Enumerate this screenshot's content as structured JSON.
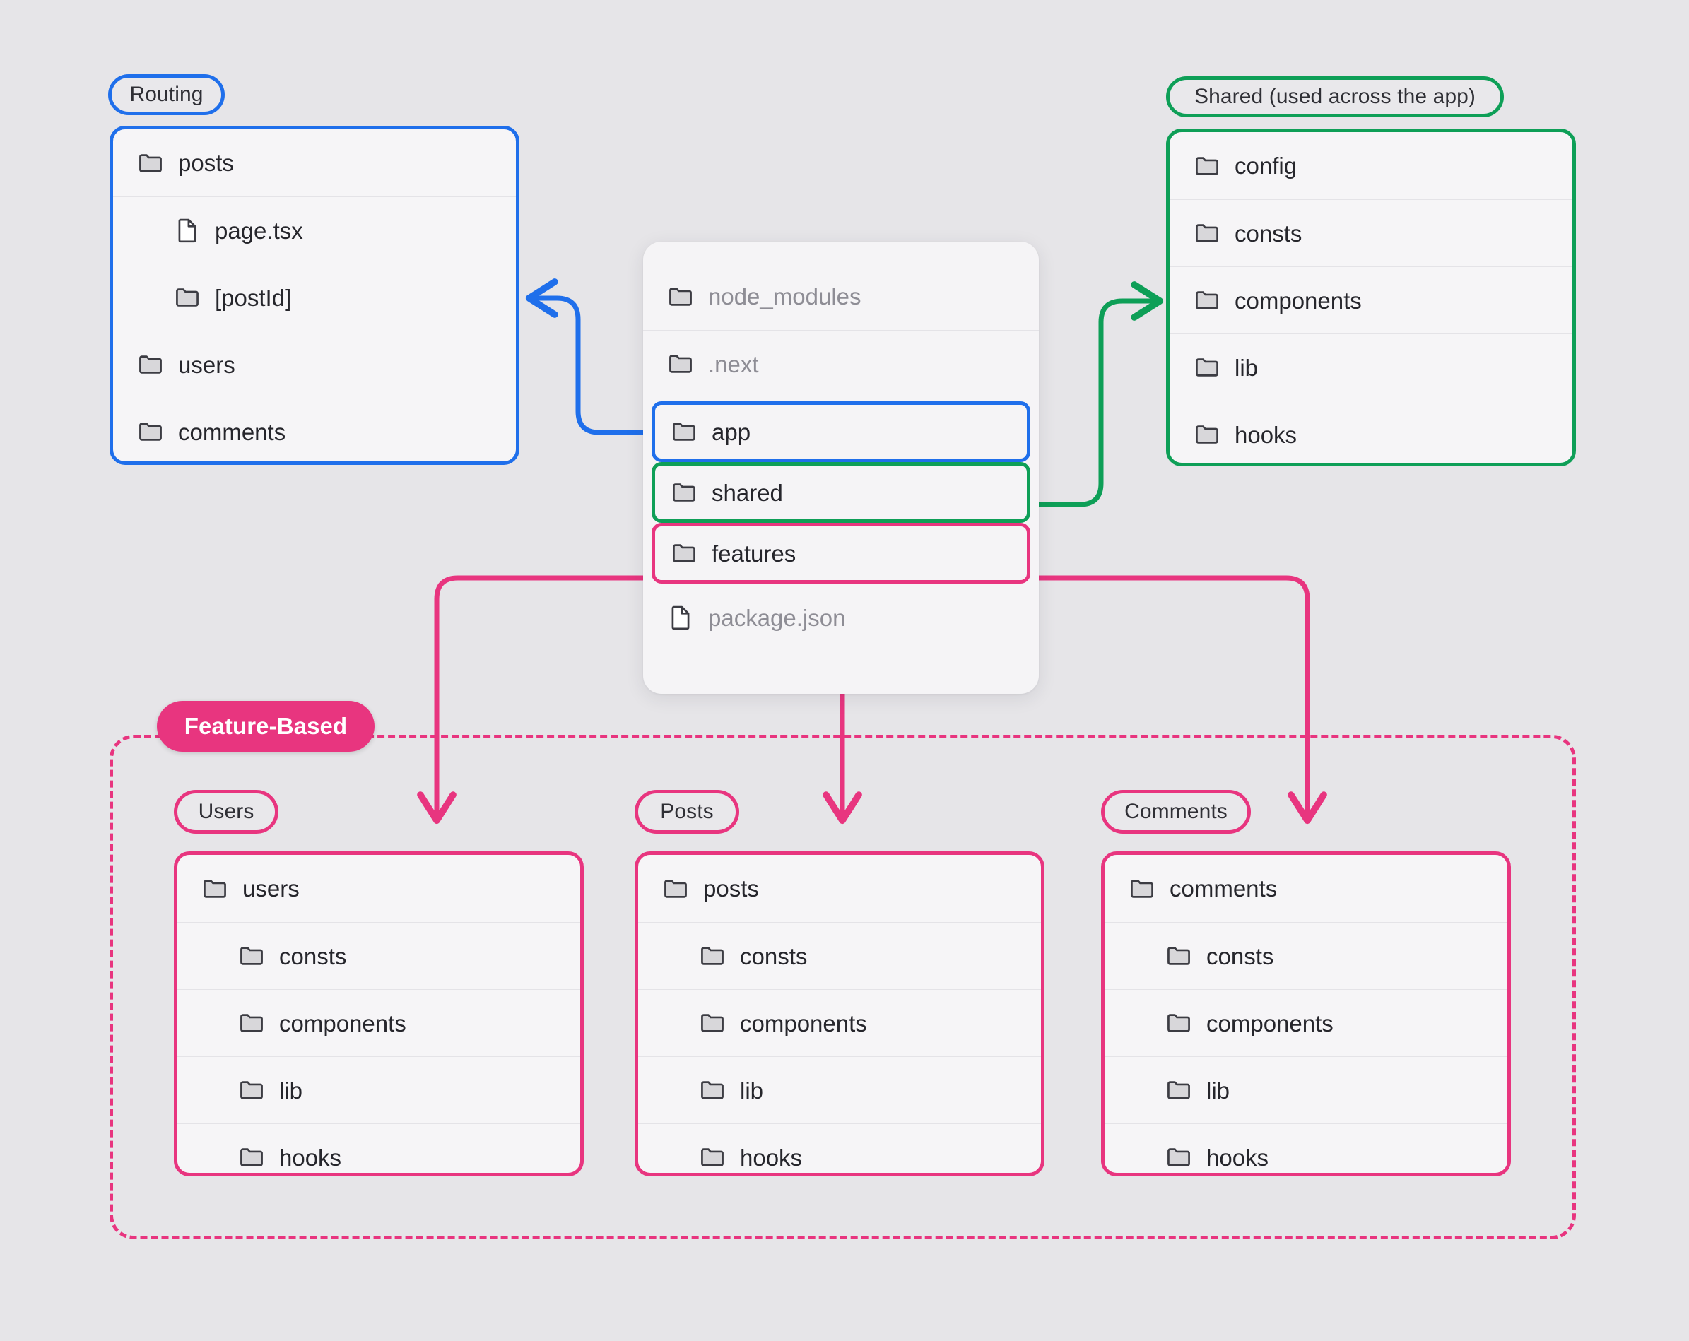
{
  "background": "#e6e5e8",
  "colors": {
    "routing_blue": "#1f6feb",
    "shared_green": "#0e9f57",
    "feature_pink": "#e8357f",
    "card_surface": "#f6f5f7",
    "text_primary": "#26262c",
    "text_muted": "#8e8d95"
  },
  "root_card": {
    "name": "project-root",
    "items": [
      {
        "label": "node_modules",
        "icon": "folder-icon",
        "state": "muted",
        "indent": 0
      },
      {
        "label": ".next",
        "icon": "folder-icon",
        "state": "muted",
        "indent": 0
      },
      {
        "label": "app",
        "icon": "folder-icon",
        "state": "highlight-blue",
        "indent": 0
      },
      {
        "label": "shared",
        "icon": "folder-icon",
        "state": "highlight-green",
        "indent": 0
      },
      {
        "label": "features",
        "icon": "folder-icon",
        "state": "highlight-pink",
        "indent": 0
      },
      {
        "label": "package.json",
        "icon": "file-icon",
        "state": "muted",
        "indent": 0
      }
    ]
  },
  "routing": {
    "tag": "Routing",
    "card_name": "routing-card",
    "items": [
      {
        "label": "posts",
        "icon": "folder-icon",
        "indent": 0
      },
      {
        "label": "page.tsx",
        "icon": "file-icon",
        "indent": 1
      },
      {
        "label": "[postId]",
        "icon": "folder-icon",
        "indent": 1
      },
      {
        "label": "users",
        "icon": "folder-icon",
        "indent": 0
      },
      {
        "label": "comments",
        "icon": "folder-icon",
        "indent": 0
      }
    ]
  },
  "shared": {
    "tag": "Shared (used across the app)",
    "card_name": "shared-card",
    "items": [
      {
        "label": "config",
        "icon": "folder-icon",
        "indent": 0
      },
      {
        "label": "consts",
        "icon": "folder-icon",
        "indent": 0
      },
      {
        "label": "components",
        "icon": "folder-icon",
        "indent": 0
      },
      {
        "label": "lib",
        "icon": "folder-icon",
        "indent": 0
      },
      {
        "label": "hooks",
        "icon": "folder-icon",
        "indent": 0
      }
    ]
  },
  "feature_region": {
    "badge": "Feature-Based",
    "groups": [
      {
        "tag": "Users",
        "card_name": "users-feature-card",
        "items": [
          {
            "label": "users",
            "icon": "folder-icon",
            "indent": 0
          },
          {
            "label": "consts",
            "icon": "folder-icon",
            "indent": 1
          },
          {
            "label": "components",
            "icon": "folder-icon",
            "indent": 1
          },
          {
            "label": "lib",
            "icon": "folder-icon",
            "indent": 1
          },
          {
            "label": "hooks",
            "icon": "folder-icon",
            "indent": 1
          }
        ]
      },
      {
        "tag": "Posts",
        "card_name": "posts-feature-card",
        "items": [
          {
            "label": "posts",
            "icon": "folder-icon",
            "indent": 0
          },
          {
            "label": "consts",
            "icon": "folder-icon",
            "indent": 1
          },
          {
            "label": "components",
            "icon": "folder-icon",
            "indent": 1
          },
          {
            "label": "lib",
            "icon": "folder-icon",
            "indent": 1
          },
          {
            "label": "hooks",
            "icon": "folder-icon",
            "indent": 1
          }
        ]
      },
      {
        "tag": "Comments",
        "card_name": "comments-feature-card",
        "items": [
          {
            "label": "comments",
            "icon": "folder-icon",
            "indent": 0
          },
          {
            "label": "consts",
            "icon": "folder-icon",
            "indent": 1
          },
          {
            "label": "components",
            "icon": "folder-icon",
            "indent": 1
          },
          {
            "label": "lib",
            "icon": "folder-icon",
            "indent": 1
          },
          {
            "label": "hooks",
            "icon": "folder-icon",
            "indent": 1
          }
        ]
      }
    ]
  },
  "connectors": [
    {
      "name": "app-to-routing",
      "color": "#1f6feb",
      "from": "app",
      "to": "routing-card"
    },
    {
      "name": "shared-to-shared-card",
      "color": "#0e9f57",
      "from": "shared",
      "to": "shared-card"
    },
    {
      "name": "features-to-users",
      "color": "#e8357f",
      "from": "features",
      "to": "users-feature-card"
    },
    {
      "name": "features-to-posts",
      "color": "#e8357f",
      "from": "features",
      "to": "posts-feature-card"
    },
    {
      "name": "features-to-comments",
      "color": "#e8357f",
      "from": "features",
      "to": "comments-feature-card"
    }
  ]
}
